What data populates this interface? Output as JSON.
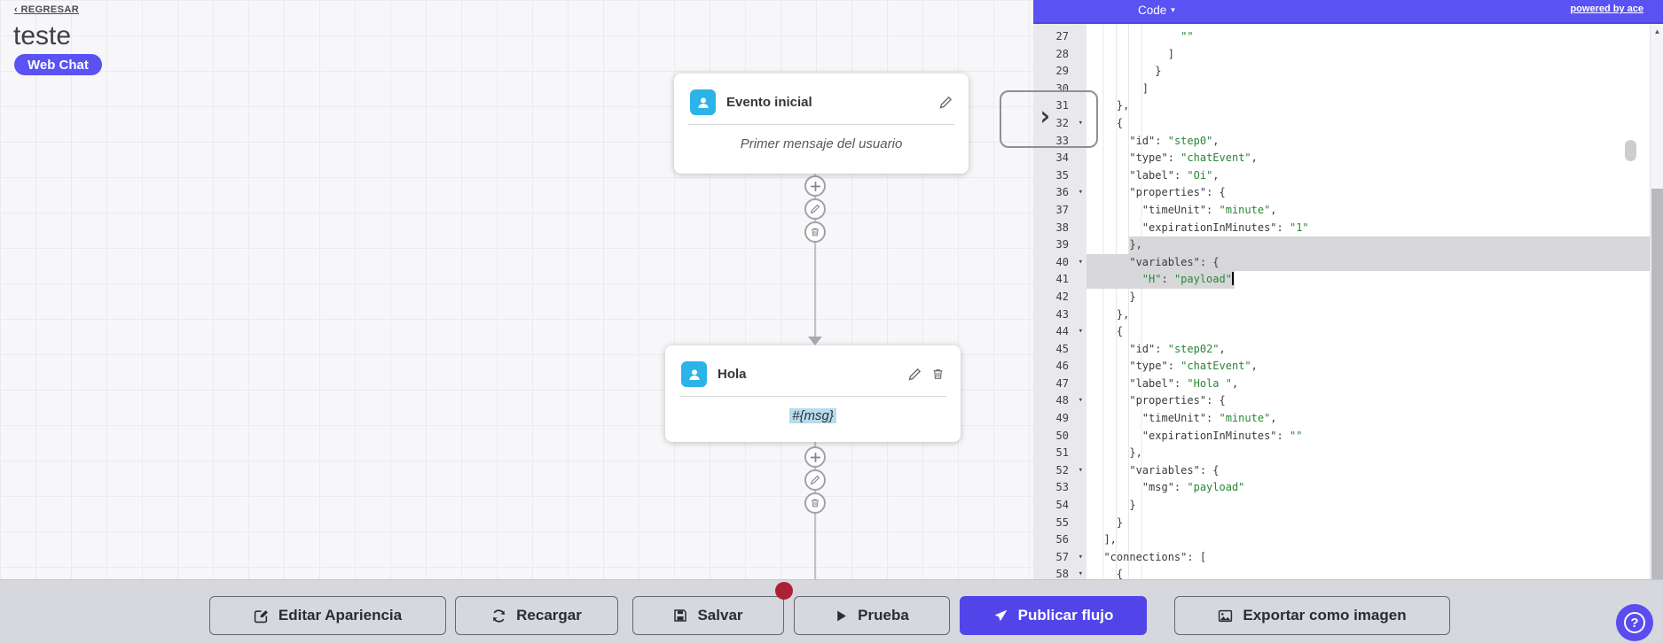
{
  "header": {
    "back_label": "‹ REGRESAR",
    "flow_name": "teste",
    "channel_badge": "Web Chat"
  },
  "canvas": {
    "nodes": [
      {
        "title": "Evento inicial",
        "body": "Primer mensaje del usuario"
      },
      {
        "title": "Hola",
        "body": "#{msg}"
      }
    ]
  },
  "code_panel": {
    "menu_label": "Code",
    "menu_caret": "▾",
    "powered_by": "powered by ace",
    "fold_glyph": "▾",
    "scroll_up_glyph": "▲",
    "cursor_line": 41,
    "lines": [
      {
        "n": 27,
        "f": 0,
        "h": "",
        "t": [
          [
            "p",
            "              "
          ],
          [
            "s",
            "\"\""
          ]
        ]
      },
      {
        "n": 28,
        "f": 0,
        "h": "",
        "t": [
          [
            "p",
            "            ]"
          ]
        ]
      },
      {
        "n": 29,
        "f": 0,
        "h": "",
        "t": [
          [
            "p",
            "          }"
          ]
        ]
      },
      {
        "n": 30,
        "f": 0,
        "h": "",
        "t": [
          [
            "p",
            "        ]"
          ]
        ]
      },
      {
        "n": 31,
        "f": 0,
        "h": "",
        "t": [
          [
            "p",
            "    },"
          ]
        ]
      },
      {
        "n": 32,
        "f": 1,
        "h": "",
        "t": [
          [
            "p",
            "    {"
          ]
        ]
      },
      {
        "n": 33,
        "f": 0,
        "h": "",
        "t": [
          [
            "p",
            "      "
          ],
          [
            "k",
            "\"id\""
          ],
          [
            "p",
            ": "
          ],
          [
            "s",
            "\"step0\""
          ],
          [
            "p",
            ","
          ]
        ]
      },
      {
        "n": 34,
        "f": 0,
        "h": "",
        "t": [
          [
            "p",
            "      "
          ],
          [
            "k",
            "\"type\""
          ],
          [
            "p",
            ": "
          ],
          [
            "s",
            "\"chatEvent\""
          ],
          [
            "p",
            ","
          ]
        ]
      },
      {
        "n": 35,
        "f": 0,
        "h": "",
        "t": [
          [
            "p",
            "      "
          ],
          [
            "k",
            "\"label\""
          ],
          [
            "p",
            ": "
          ],
          [
            "s",
            "\"Oi\""
          ],
          [
            "p",
            ","
          ]
        ]
      },
      {
        "n": 36,
        "f": 1,
        "h": "",
        "t": [
          [
            "p",
            "      "
          ],
          [
            "k",
            "\"properties\""
          ],
          [
            "p",
            ": {"
          ]
        ]
      },
      {
        "n": 37,
        "f": 0,
        "h": "",
        "t": [
          [
            "p",
            "        "
          ],
          [
            "k",
            "\"timeUnit\""
          ],
          [
            "p",
            ": "
          ],
          [
            "s",
            "\"minute\""
          ],
          [
            "p",
            ","
          ]
        ]
      },
      {
        "n": 38,
        "f": 0,
        "h": "",
        "t": [
          [
            "p",
            "        "
          ],
          [
            "k",
            "\"expirationInMinutes\""
          ],
          [
            "p",
            ": "
          ],
          [
            "s",
            "\"1\""
          ]
        ]
      },
      {
        "n": 39,
        "f": 0,
        "h": "tail",
        "t": [
          [
            "p",
            "      },"
          ]
        ]
      },
      {
        "n": 40,
        "f": 1,
        "h": "full",
        "t": [
          [
            "p",
            "      "
          ],
          [
            "k",
            "\"variables\""
          ],
          [
            "p",
            ": {"
          ]
        ]
      },
      {
        "n": 41,
        "f": 0,
        "h": "head",
        "t": [
          [
            "p",
            "        "
          ],
          [
            "s",
            "\"H\""
          ],
          [
            "p",
            ": "
          ],
          [
            "s",
            "\"payload\""
          ]
        ]
      },
      {
        "n": 42,
        "f": 0,
        "h": "",
        "t": [
          [
            "p",
            "      }"
          ]
        ]
      },
      {
        "n": 43,
        "f": 0,
        "h": "",
        "t": [
          [
            "p",
            "    },"
          ]
        ]
      },
      {
        "n": 44,
        "f": 1,
        "h": "",
        "t": [
          [
            "p",
            "    {"
          ]
        ]
      },
      {
        "n": 45,
        "f": 0,
        "h": "",
        "t": [
          [
            "p",
            "      "
          ],
          [
            "k",
            "\"id\""
          ],
          [
            "p",
            ": "
          ],
          [
            "s",
            "\"step02\""
          ],
          [
            "p",
            ","
          ]
        ]
      },
      {
        "n": 46,
        "f": 0,
        "h": "",
        "t": [
          [
            "p",
            "      "
          ],
          [
            "k",
            "\"type\""
          ],
          [
            "p",
            ": "
          ],
          [
            "s",
            "\"chatEvent\""
          ],
          [
            "p",
            ","
          ]
        ]
      },
      {
        "n": 47,
        "f": 0,
        "h": "",
        "t": [
          [
            "p",
            "      "
          ],
          [
            "k",
            "\"label\""
          ],
          [
            "p",
            ": "
          ],
          [
            "s",
            "\"Hola \""
          ],
          [
            "p",
            ","
          ]
        ]
      },
      {
        "n": 48,
        "f": 1,
        "h": "",
        "t": [
          [
            "p",
            "      "
          ],
          [
            "k",
            "\"properties\""
          ],
          [
            "p",
            ": {"
          ]
        ]
      },
      {
        "n": 49,
        "f": 0,
        "h": "",
        "t": [
          [
            "p",
            "        "
          ],
          [
            "k",
            "\"timeUnit\""
          ],
          [
            "p",
            ": "
          ],
          [
            "s",
            "\"minute\""
          ],
          [
            "p",
            ","
          ]
        ]
      },
      {
        "n": 50,
        "f": 0,
        "h": "",
        "t": [
          [
            "p",
            "        "
          ],
          [
            "k",
            "\"expirationInMinutes\""
          ],
          [
            "p",
            ": "
          ],
          [
            "s",
            "\"\""
          ]
        ]
      },
      {
        "n": 51,
        "f": 0,
        "h": "",
        "t": [
          [
            "p",
            "      },"
          ]
        ]
      },
      {
        "n": 52,
        "f": 1,
        "h": "",
        "t": [
          [
            "p",
            "      "
          ],
          [
            "k",
            "\"variables\""
          ],
          [
            "p",
            ": {"
          ]
        ]
      },
      {
        "n": 53,
        "f": 0,
        "h": "",
        "t": [
          [
            "p",
            "        "
          ],
          [
            "k",
            "\"msg\""
          ],
          [
            "p",
            ": "
          ],
          [
            "s",
            "\"payload\""
          ]
        ]
      },
      {
        "n": 54,
        "f": 0,
        "h": "",
        "t": [
          [
            "p",
            "      }"
          ]
        ]
      },
      {
        "n": 55,
        "f": 0,
        "h": "",
        "t": [
          [
            "p",
            "    }"
          ]
        ]
      },
      {
        "n": 56,
        "f": 0,
        "h": "",
        "t": [
          [
            "p",
            "  ],"
          ]
        ]
      },
      {
        "n": 57,
        "f": 1,
        "h": "",
        "t": [
          [
            "p",
            "  "
          ],
          [
            "k",
            "\"connections\""
          ],
          [
            "p",
            ": ["
          ]
        ]
      },
      {
        "n": 58,
        "f": 1,
        "h": "",
        "t": [
          [
            "p",
            "    {"
          ]
        ]
      }
    ]
  },
  "collapse": {
    "glyph": "›"
  },
  "toolbar": {
    "buttons": [
      {
        "label": "Editar Apariencia"
      },
      {
        "label": "Recargar"
      },
      {
        "label": "Salvar"
      },
      {
        "label": "Prueba"
      },
      {
        "label": "Publicar flujo"
      },
      {
        "label": "Exportar como imagen"
      }
    ]
  },
  "help": {
    "label": "?"
  },
  "colors": {
    "accent_purple": "#5a52f3",
    "publish_purple": "#5145ea",
    "node_icon_blue": "#2cb3e8",
    "string_green": "#2b8535",
    "selection_gray": "#d7d7d9",
    "notification_red": "#ae2135",
    "msg_highlight": "#b7dcee"
  }
}
